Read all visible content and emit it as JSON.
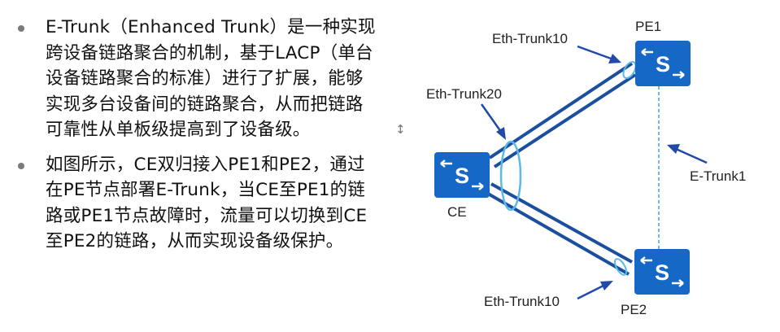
{
  "bullets": [
    {
      "lines": [
        "E-Trunk（Enhanced Trunk）是一种实现",
        "跨设备链路聚合的机制，基于LACP（单台",
        "设备链路聚合的标准）进行了扩展，能够",
        "实现多台设备间的链路聚合，从而把链路",
        "可靠性从单板级提高到了设备级。"
      ]
    },
    {
      "lines": [
        "如图所示，CE双归接入PE1和PE2，通过",
        "在PE节点部署E-Trunk，当CE至PE1的链",
        "路或PE1节点故障时，流量可以切换到CE",
        "至PE2的链路，从而实现设备级保护。"
      ]
    }
  ],
  "resize_icon": {
    "name": "vertical-resize-icon",
    "glyph": "↕"
  },
  "diagram": {
    "colors": {
      "switch": "#1668c6",
      "link": "#1a4fa0",
      "ring": "#5bb8ea",
      "arrow": "#1f4aa8",
      "dashed": "#4aa8dc"
    },
    "devices": {
      "ce": "CE",
      "pe1": "PE1",
      "pe2": "PE2",
      "switch_symbol": "S"
    },
    "labels": {
      "eth_trunk_pe1": "Eth-Trunk10",
      "eth_trunk_ce": "Eth-Trunk20",
      "eth_trunk_pe2": "Eth-Trunk10",
      "e_trunk": "E-Trunk1"
    }
  }
}
